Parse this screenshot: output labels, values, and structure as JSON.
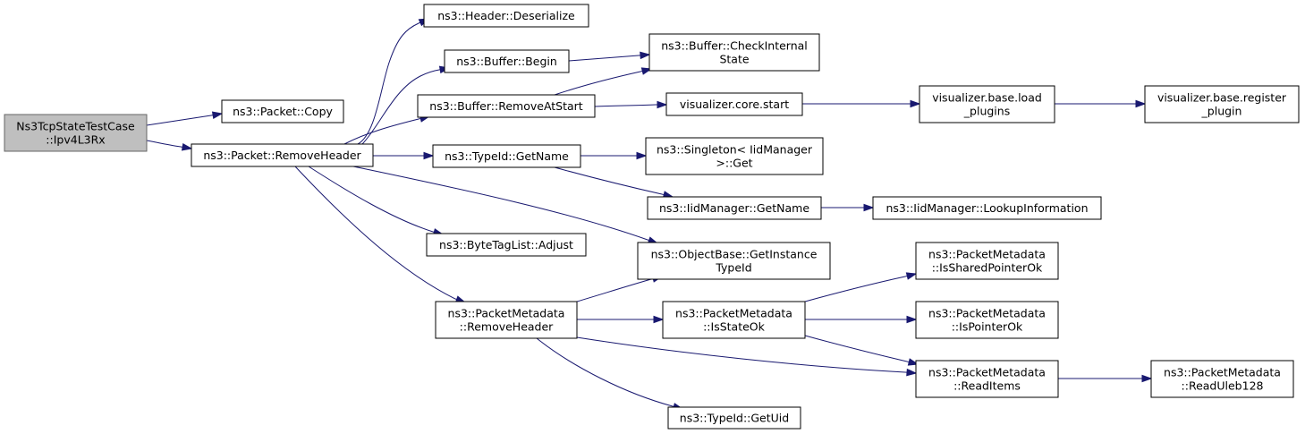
{
  "nodes": {
    "root": [
      "Ns3TcpStateTestCase",
      "::Ipv4L3Rx"
    ],
    "copy": [
      "ns3::Packet::Copy"
    ],
    "removeHeader": [
      "ns3::Packet::RemoveHeader"
    ],
    "deserialize": [
      "ns3::Header::Deserialize"
    ],
    "bufBegin": [
      "ns3::Buffer::Begin"
    ],
    "bufRemoveAtStart": [
      "ns3::Buffer::RemoveAtStart"
    ],
    "typeIdGetName": [
      "ns3::TypeId::GetName"
    ],
    "byteTagAdjust": [
      "ns3::ByteTagList::Adjust"
    ],
    "pmRemoveHeader": [
      "ns3::PacketMetadata",
      "::RemoveHeader"
    ],
    "bufCheckInternal": [
      "ns3::Buffer::CheckInternal",
      "State"
    ],
    "vizCoreStart": [
      "visualizer.core.start"
    ],
    "singletonGet": [
      "ns3::Singleton< IidManager",
      ">::Get"
    ],
    "iidGetName": [
      "ns3::IidManager::GetName"
    ],
    "objGetInstance": [
      "ns3::ObjectBase::GetInstance",
      "TypeId"
    ],
    "pmIsStateOk": [
      "ns3::PacketMetadata",
      "::IsStateOk"
    ],
    "typeIdGetUid": [
      "ns3::TypeId::GetUid"
    ],
    "vizBaseLoad": [
      "visualizer.base.load",
      "_plugins"
    ],
    "iidLookup": [
      "ns3::IidManager::LookupInformation"
    ],
    "pmIsShared": [
      "ns3::PacketMetadata",
      "::IsSharedPointerOk"
    ],
    "pmIsPointer": [
      "ns3::PacketMetadata",
      "::IsPointerOk"
    ],
    "pmReadItems": [
      "ns3::PacketMetadata",
      "::ReadItems"
    ],
    "vizBaseRegister": [
      "visualizer.base.register",
      "_plugin"
    ],
    "pmReadUleb": [
      "ns3::PacketMetadata",
      "::ReadUleb128"
    ]
  },
  "colors": {
    "edge": "#191970",
    "node_border": "#000000",
    "root_fill": "#bfbfbf",
    "root_border": "#666666"
  }
}
